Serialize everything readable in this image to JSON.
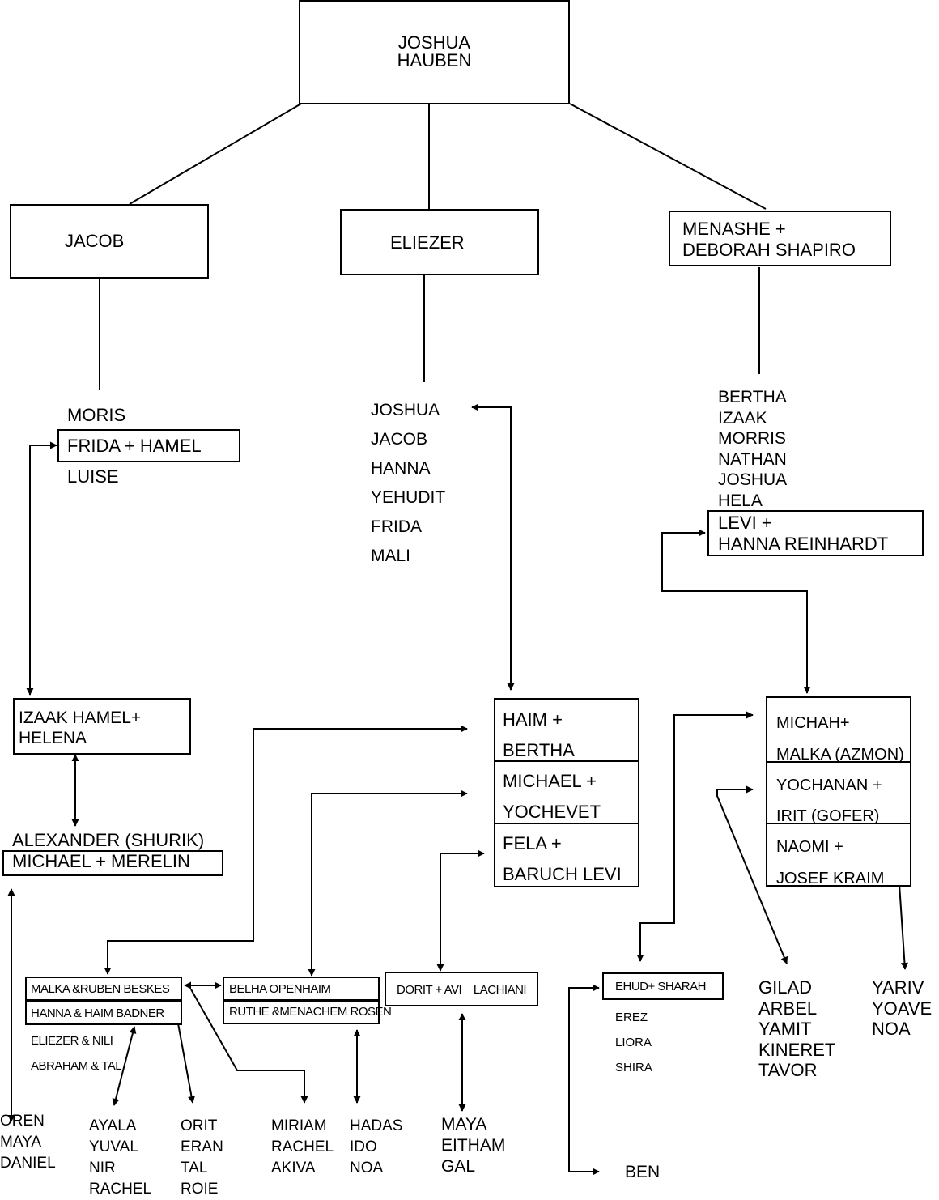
{
  "root": {
    "line1": "JOSHUA",
    "line2": "HAUBEN"
  },
  "gen1": {
    "jacob": "JACOB",
    "eliezer": "ELIEZER",
    "menashe_line1": "MENASHE +",
    "menashe_line2": "DEBORAH SHAPIRO"
  },
  "jacob_children": {
    "moris": "MORIS",
    "frida": "FRIDA + HAMEL",
    "luise": "LUISE"
  },
  "eliezer_children": [
    "JOSHUA",
    "JACOB",
    "HANNA",
    "YEHUDIT",
    "FRIDA",
    "MALI"
  ],
  "menashe_children": [
    "BERTHA",
    "IZAAK",
    "MORRIS",
    "NATHAN",
    "JOSHUA",
    "HELA"
  ],
  "levi": {
    "line1": "LEVI +",
    "line2": "HANNA REINHARDT"
  },
  "izaak": {
    "line1": "IZAAK HAMEL+",
    "line2": "HELENA"
  },
  "alexander": "ALEXANDER (SHURIK)",
  "michael_merelin": "MICHAEL + MERELIN",
  "haim_family": [
    {
      "line1": "HAIM +",
      "line2": "BERTHA"
    },
    {
      "line1": "MICHAEL +",
      "line2": "YOCHEVET"
    },
    {
      "line1": "FELA +",
      "line2": "BARUCH LEVI"
    }
  ],
  "michah_family": [
    {
      "line1": "MICHAH+",
      "line2": "MALKA (AZMON)"
    },
    {
      "line1": "YOCHANAN +",
      "line2": "IRIT (GOFER)"
    },
    {
      "line1": "NAOMI +",
      "line2": "JOSEF KRAIM"
    }
  ],
  "beskes_group": {
    "box1": "MALKA &RUBEN BESKES",
    "box2": "HANNA & HAIM BADNER",
    "line3": "ELIEZER & NILI",
    "line4": "ABRAHAM & TAL"
  },
  "belha_group": {
    "box1": "BELHA OPENHAIM",
    "box2": "RUTHE &MENACHEM ROSEN"
  },
  "dorit": "DORIT + AVI    LACHIANI",
  "ehud": {
    "box": "EHUD+ SHARAH",
    "children": [
      "EREZ",
      "LIORA",
      "SHIRA"
    ]
  },
  "leaves": {
    "oren": [
      "OREN",
      "MAYA",
      "DANIEL"
    ],
    "ayala": [
      "AYALA",
      "YUVAL",
      "NIR",
      "RACHEL"
    ],
    "orit": [
      "ORIT",
      "ERAN",
      "TAL",
      "ROIE"
    ],
    "miriam": [
      "MIRIAM",
      "RACHEL",
      "AKIVA"
    ],
    "hadas": [
      "HADAS",
      "IDO",
      "NOA"
    ],
    "maya": [
      "MAYA",
      "EITHAM",
      "GAL"
    ],
    "ben": "BEN",
    "gilad": [
      "GILAD",
      "ARBEL",
      "YAMIT",
      "KINERET",
      "TAVOR"
    ],
    "yariv": [
      "YARIV",
      "YOAVE",
      "NOA"
    ]
  }
}
